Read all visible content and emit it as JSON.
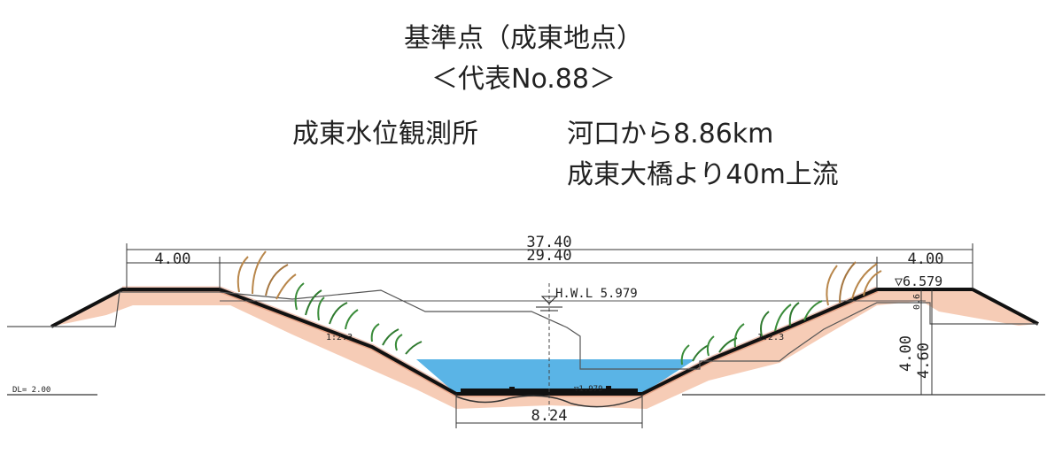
{
  "title": {
    "line1": "基準点（成東地点）",
    "line2": "＜代表No.88＞",
    "station": "成東水位観測所",
    "distance": "河口から8.86km",
    "location": "成東大橋より40m上流"
  },
  "dimensions": {
    "total_width": "37.40",
    "inner_width": "29.40",
    "left_berm": "4.00",
    "right_berm": "4.00",
    "bottom_width": "8.24",
    "bank_height": "4.00",
    "total_height": "4.60",
    "levee_small": "0.6"
  },
  "levels": {
    "hwl": "H.W.L 5.979",
    "crest": "▽6.579",
    "water": "▽1.979",
    "datum": "DL= 2.00"
  },
  "slopes": {
    "left": "1:2.3",
    "right": "1:2.3"
  },
  "colors": {
    "water": "#5ab4e6",
    "soil": "#e8956a",
    "vegetation": "#3a8c3a",
    "reeds": "#b8864a"
  }
}
